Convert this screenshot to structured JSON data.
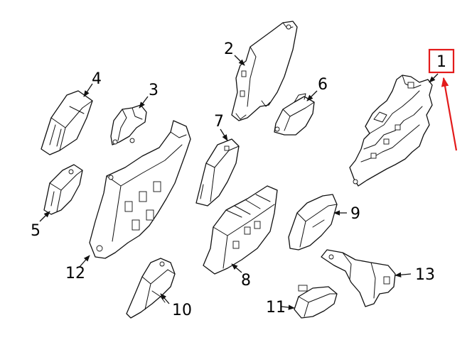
{
  "diagram": {
    "accent_color": "#e31b1b",
    "line_color": "#111111",
    "highlighted_callout": "1",
    "callouts": [
      {
        "id": "1",
        "label": "1"
      },
      {
        "id": "2",
        "label": "2"
      },
      {
        "id": "3",
        "label": "3"
      },
      {
        "id": "4",
        "label": "4"
      },
      {
        "id": "5",
        "label": "5"
      },
      {
        "id": "6",
        "label": "6"
      },
      {
        "id": "7",
        "label": "7"
      },
      {
        "id": "8",
        "label": "8"
      },
      {
        "id": "9",
        "label": "9"
      },
      {
        "id": "10",
        "label": "10"
      },
      {
        "id": "11",
        "label": "11"
      },
      {
        "id": "12",
        "label": "12"
      },
      {
        "id": "13",
        "label": "13"
      }
    ]
  }
}
